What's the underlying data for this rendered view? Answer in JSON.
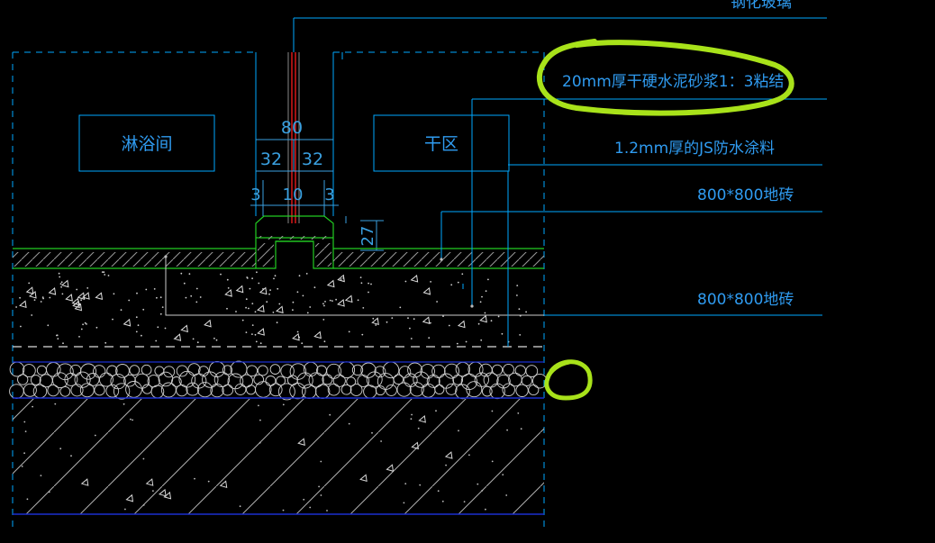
{
  "colors": {
    "background": "#000000",
    "cyan": "#00a8ff",
    "dim": "#3aa0e0",
    "green_line": "#22cc22",
    "blue_line": "#1a2fd0",
    "red_line": "#d81818",
    "hatch": "#bbbbbb",
    "highlight": "#a8e21a"
  },
  "room_labels": {
    "bathroom": "淋浴间",
    "dry_zone": "干区"
  },
  "dimensions": {
    "total_width": "80",
    "left_half": "32",
    "right_half": "32",
    "left_gap": "3",
    "center_gap": "10",
    "right_gap": "3",
    "height": "27"
  },
  "callouts": {
    "top_cut": "钢化玻璃",
    "mortar": "20mm厚干硬水泥砂浆1：3粘结",
    "waterproof": "1.2mm厚的JS防水涂料",
    "tile_1": "800*800地砖",
    "tile_2": "800*800地砖"
  },
  "icons": {
    "highlight_ellipse": "green-marker-ellipse",
    "highlight_circle": "green-marker-circle"
  }
}
